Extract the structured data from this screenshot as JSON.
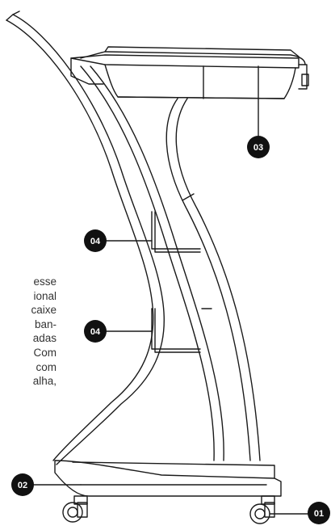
{
  "side_text_lines": [
    "esse",
    "ional",
    "caixe",
    "ban-",
    "adas",
    "Com",
    "com",
    "alha,"
  ],
  "callouts": [
    {
      "id": "01",
      "label": "01"
    },
    {
      "id": "02",
      "label": "02"
    },
    {
      "id": "03",
      "label": "03"
    },
    {
      "id": "04a",
      "label": "04"
    },
    {
      "id": "04b",
      "label": "04"
    }
  ]
}
